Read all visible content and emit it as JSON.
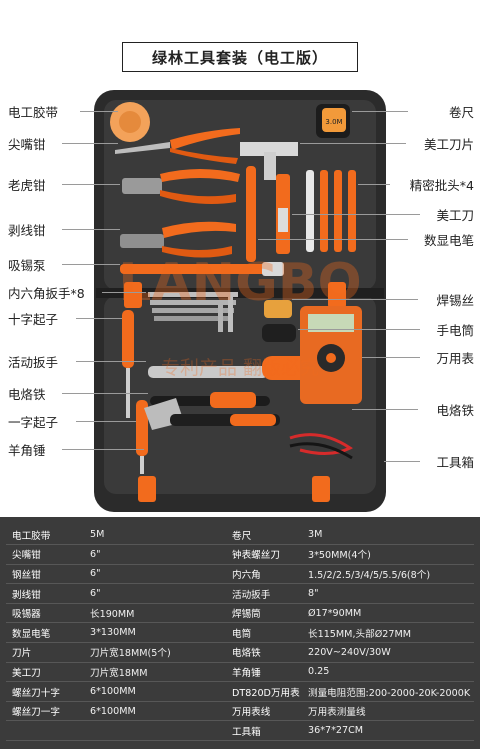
{
  "title": "绿林工具套装（电工版）",
  "watermark": "LANGBO",
  "watermark_cn": "专利产品 翻版必究",
  "labels_left": [
    "电工胶带",
    "尖嘴钳",
    "老虎钳",
    "剥线钳",
    "吸锡泵",
    "内六角扳手*8",
    "十字起子",
    "活动扳手",
    "电烙铁",
    "一字起子",
    "羊角锤"
  ],
  "labels_right": [
    "卷尺",
    "美工刀片",
    "精密批头*4",
    "美工刀",
    "数显电笔",
    "焊锡丝",
    "手电筒",
    "万用表",
    "电烙铁",
    "工具箱"
  ],
  "tape_text": "3.0M",
  "specs": [
    [
      "电工胶带",
      "5M",
      "卷尺",
      "3M"
    ],
    [
      "尖嘴钳",
      "6\"",
      "钟表螺丝刀",
      "3*50MM(4个)"
    ],
    [
      "钢丝钳",
      "6\"",
      "内六角",
      "1.5/2/2.5/3/4/5/5.5/6(8个)"
    ],
    [
      "剥线钳",
      "6\"",
      "活动扳手",
      "8\""
    ],
    [
      "吸锡器",
      "长190MM",
      "焊锡筒",
      "Ø17*90MM"
    ],
    [
      "数显电笔",
      "3*130MM",
      "电筒",
      "长115MM,头部Ø27MM"
    ],
    [
      "刀片",
      "刀片宽18MM(5个)",
      "电烙铁",
      "220V~240V/30W"
    ],
    [
      "美工刀",
      "刀片宽18MM",
      "羊角锤",
      "0.25"
    ],
    [
      "螺丝刀十字",
      "6*100MM",
      "DT820D万用表",
      "测量电阻范围:200-2000-20K-2000K"
    ],
    [
      "螺丝刀一字",
      "6*100MM",
      "万用表线",
      "万用表测量线"
    ],
    [
      "",
      "",
      "工具箱",
      "36*7*27CM"
    ]
  ],
  "colors": {
    "orange": "#f26b1d",
    "case": "#2f2f2f",
    "case_inner": "#3c3c3c",
    "table_bg": "#3b3b3b"
  }
}
